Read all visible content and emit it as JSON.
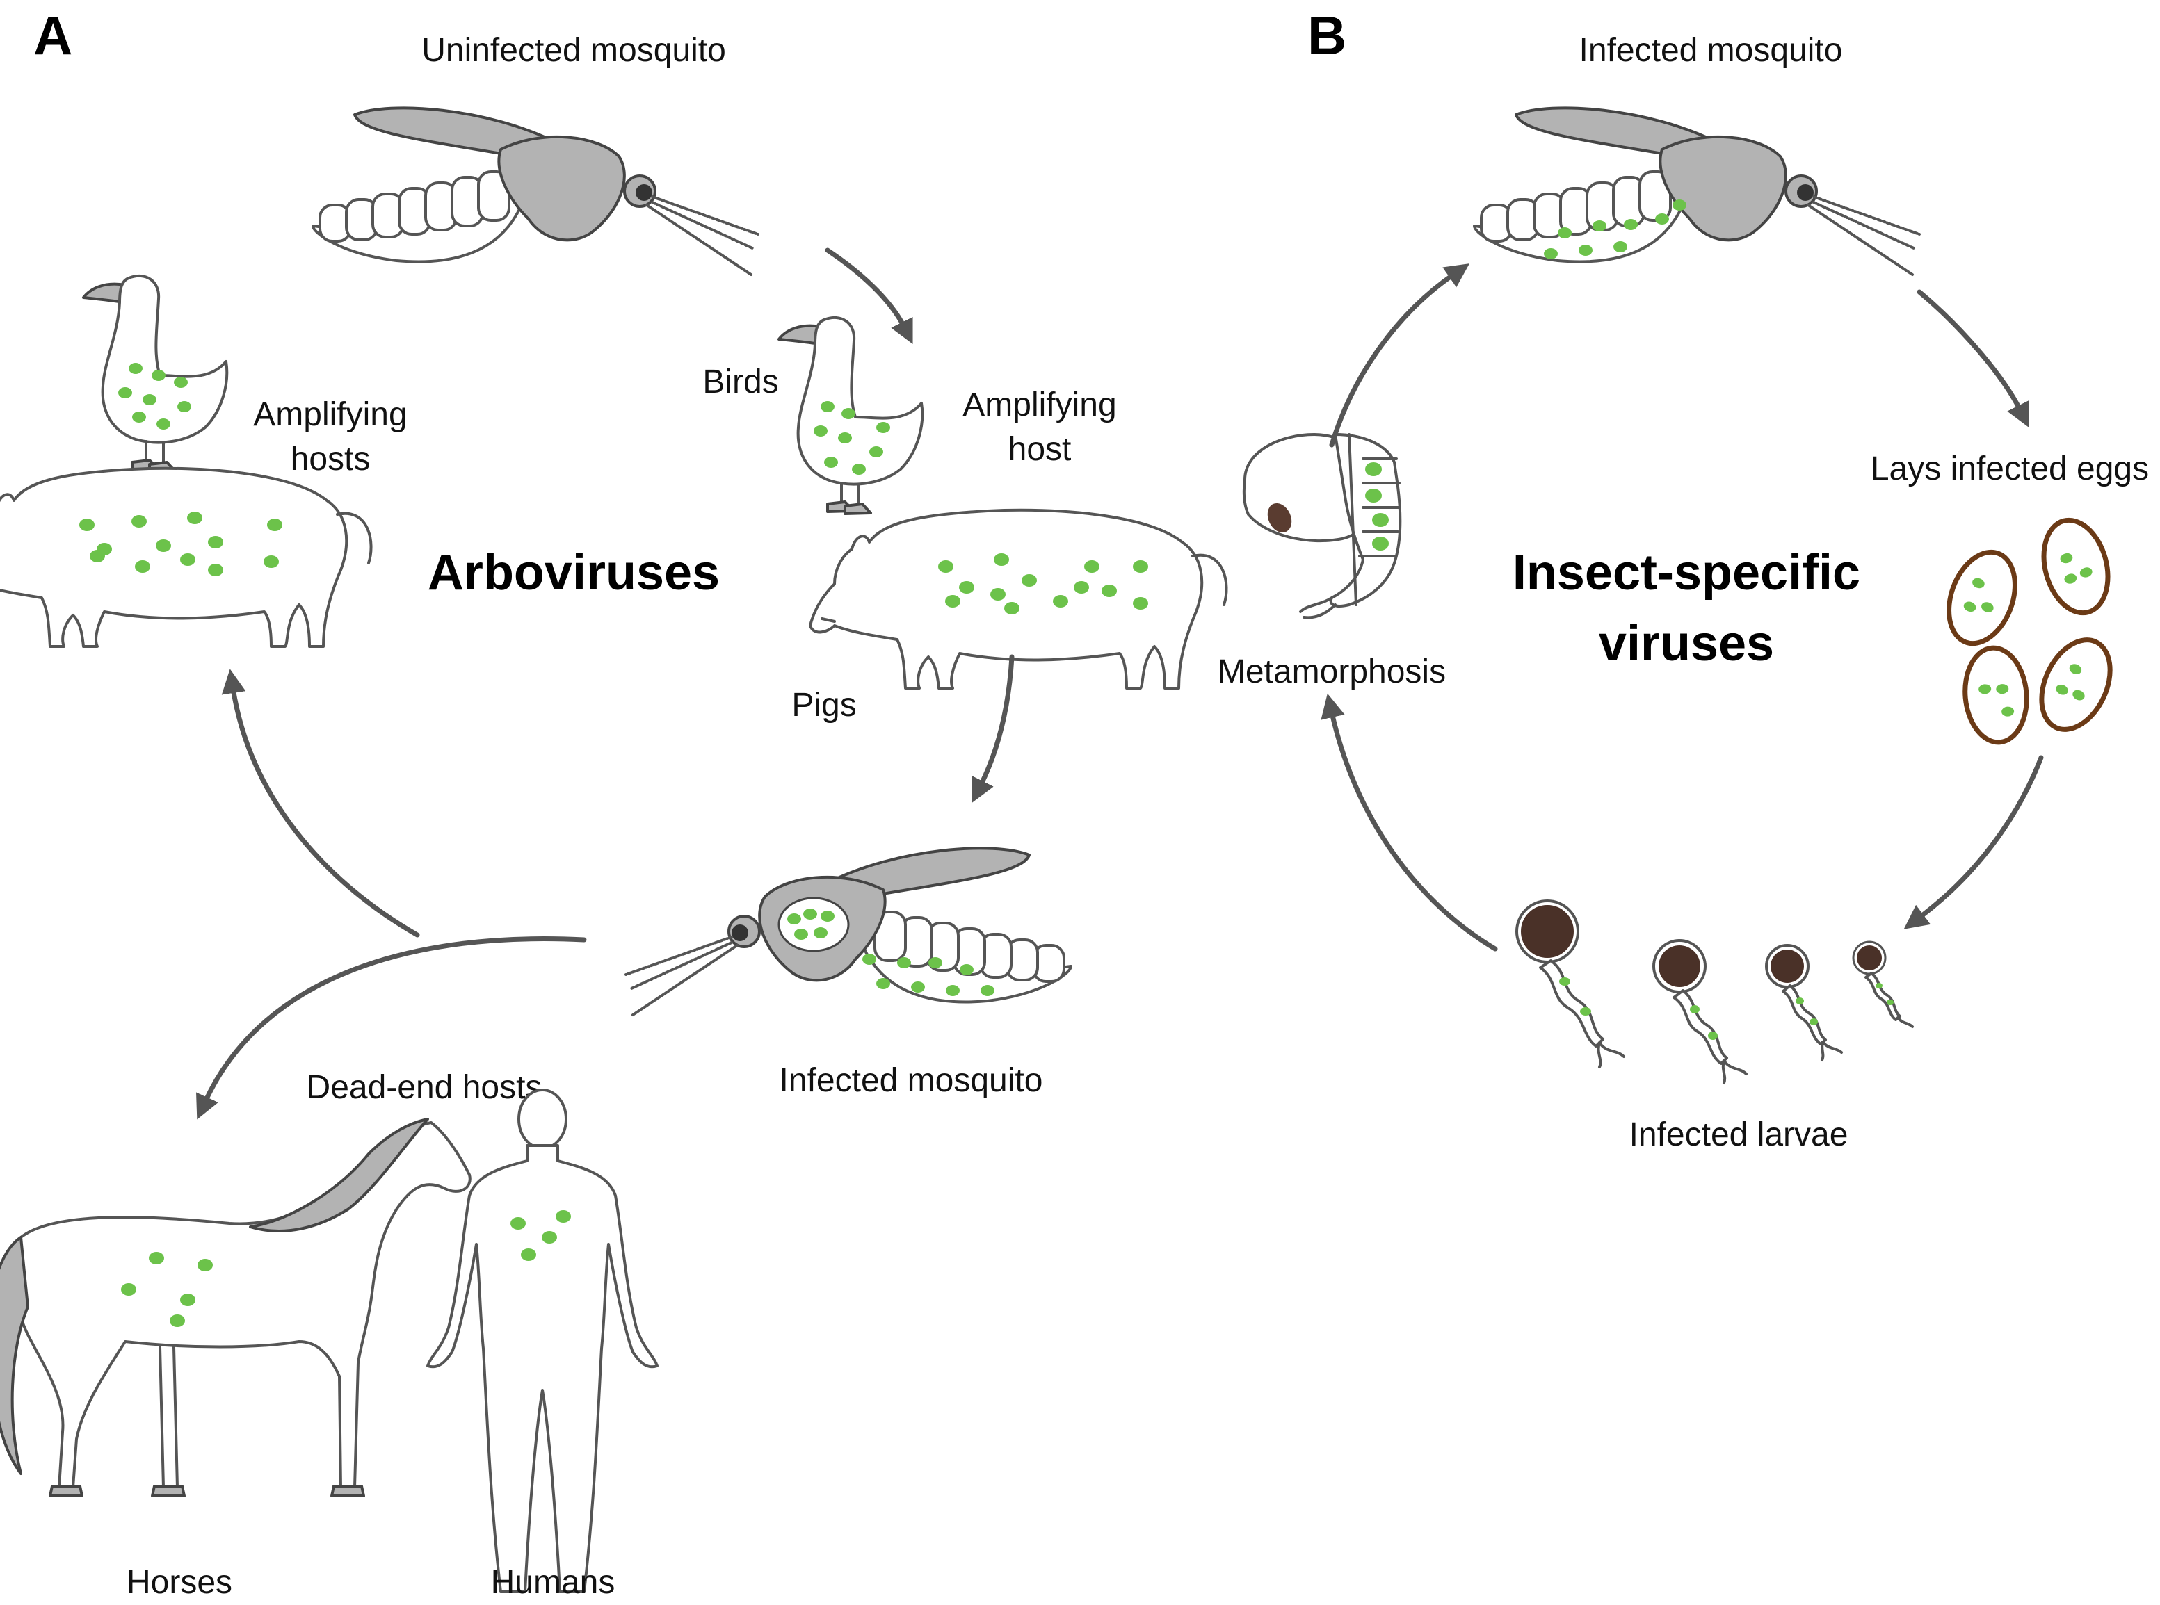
{
  "colors": {
    "virus": "#6cc24a",
    "egg_outline": "#6b3a16",
    "larva_head": "#4a3128",
    "arrow": "#555555"
  },
  "panel_a": {
    "label": "A",
    "title": "Arboviruses",
    "uninfected_mosquito": "Uninfected mosquito",
    "birds": "Birds",
    "amplifying_host_line1": "Amplifying",
    "amplifying_host_line2": "host",
    "pigs": "Pigs",
    "infected_mosquito": "Infected mosquito",
    "dead_end_hosts": "Dead-end hosts",
    "horses": "Horses",
    "humans": "Humans",
    "amplifying_hosts_line1": "Amplifying",
    "amplifying_hosts_line2": "hosts"
  },
  "panel_b": {
    "label": "B",
    "title_line1": "Insect-specific",
    "title_line2": "viruses",
    "infected_mosquito": "Infected mosquito",
    "lays_infected_eggs": "Lays infected eggs",
    "infected_larvae": "Infected larvae",
    "metamorphosis": "Metamorphosis"
  },
  "icons": {
    "mosquito": "mosquito-icon",
    "goose": "goose-icon",
    "pig": "pig-icon",
    "horse": "horse-icon",
    "human": "human-icon",
    "egg": "egg-icon",
    "larva": "larva-icon",
    "pupa": "pupa-icon",
    "arrow": "cycle-arrow"
  }
}
